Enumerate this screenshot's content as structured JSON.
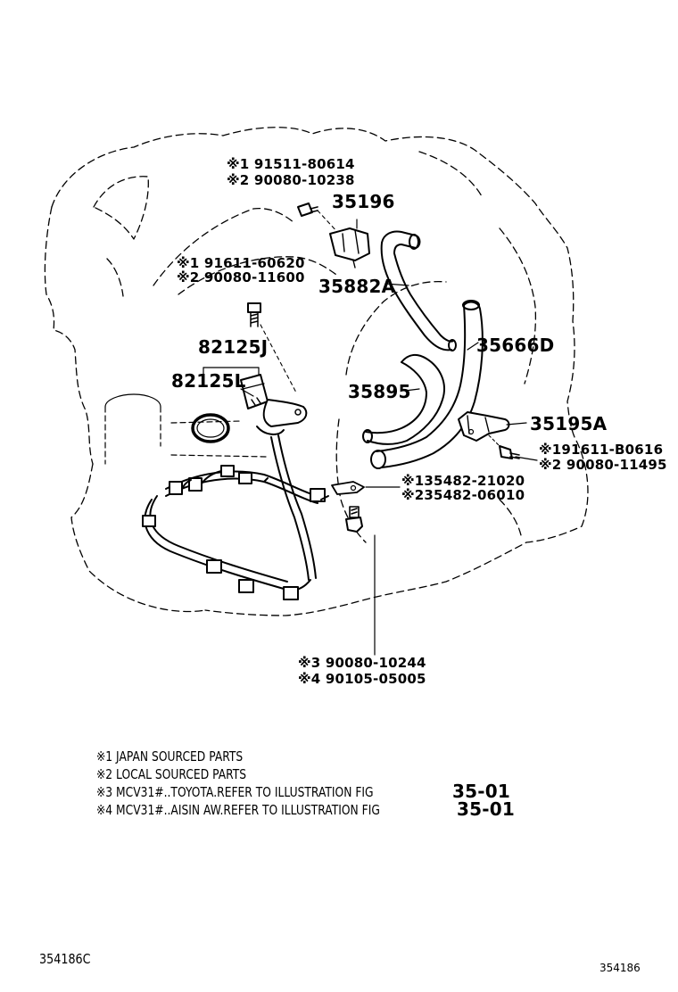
{
  "labels": {
    "p91511": "※1 91511-80614",
    "p90080_10238": "※2 90080-10238",
    "p35196": "35196",
    "p91611_60620": "※1 91611-60620",
    "p90080_11600": "※2 90080-11600",
    "p35882A": "35882A",
    "p82125J": "82125J",
    "p35666D": "35666D",
    "p82125L": "82125L",
    "p35895": "35895",
    "p35195A": "35195A",
    "p91611_B0616": "※191611-B0616",
    "p90080_11495": "※2 90080-11495",
    "p35482_21020": "※135482-21020",
    "p35482_06010": "※235482-06010",
    "p90080_10244": "※3 90080-10244",
    "p90105_05005": "※4 90105-05005"
  },
  "notes": [
    "※1 JAPAN SOURCED PARTS",
    "※2 LOCAL SOURCED PARTS",
    "※3 MCV31#..TOYOTA.REFER TO ILLUSTRATION FIG",
    "※4 MCV31#..AISIN AW.REFER TO ILLUSTRATION FIG"
  ],
  "fig_ref": "35-01",
  "codes": {
    "left": "354186C",
    "right": "354186"
  }
}
